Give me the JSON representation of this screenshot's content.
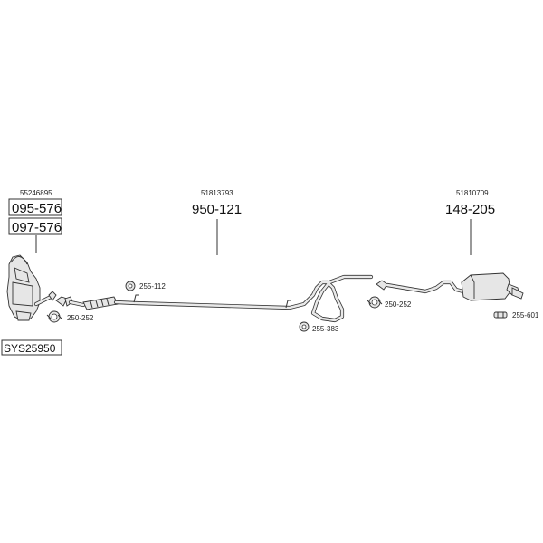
{
  "diagram": {
    "system_label": "SYS25950",
    "parts": [
      {
        "oe_number": "55246895",
        "part_numbers": [
          "095-576",
          "097-576"
        ]
      },
      {
        "oe_number": "51813793",
        "part_number": "950-121"
      },
      {
        "oe_number": "51810709",
        "part_number": "148-205"
      }
    ],
    "accessories": {
      "clamp_1": "250-252",
      "rubber_1": "255-112",
      "rubber_2": "255-383",
      "clamp_2": "250-252",
      "rubber_3": "255-601"
    }
  }
}
